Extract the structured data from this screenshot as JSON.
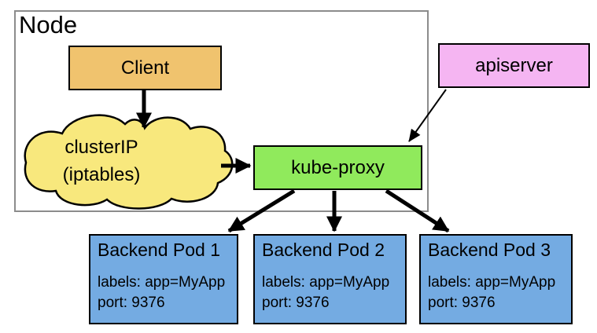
{
  "diagram": {
    "node": {
      "label": "Node"
    },
    "client": {
      "label": "Client"
    },
    "cluster_ip": {
      "label_line1": "clusterIP",
      "label_line2": "(iptables)"
    },
    "kube_proxy": {
      "label": "kube-proxy"
    },
    "apiserver": {
      "label": "apiserver"
    },
    "pods": [
      {
        "title": "Backend Pod 1",
        "labels": "labels: app=MyApp",
        "port": "port: 9376"
      },
      {
        "title": "Backend Pod 2",
        "labels": "labels: app=MyApp",
        "port": "port: 9376"
      },
      {
        "title": "Backend Pod 3",
        "labels": "labels: app=MyApp",
        "port": "port: 9376"
      }
    ],
    "connections": [
      {
        "from": "client",
        "to": "cluster_ip"
      },
      {
        "from": "cluster_ip",
        "to": "kube_proxy"
      },
      {
        "from": "apiserver",
        "to": "kube_proxy"
      },
      {
        "from": "kube_proxy",
        "to": "backend_pod_1"
      },
      {
        "from": "kube_proxy",
        "to": "backend_pod_2"
      },
      {
        "from": "kube_proxy",
        "to": "backend_pod_3"
      }
    ],
    "colors": {
      "client_fill": "#F0C36E",
      "cloud_fill": "#F8E87D",
      "kube_proxy_fill": "#90EA5C",
      "apiserver_fill": "#F5B5F2",
      "pod_fill": "#74ABE2",
      "node_border": "#8C8C8C",
      "box_border": "#000000",
      "arrow": "#000000",
      "text": "#000000"
    }
  }
}
